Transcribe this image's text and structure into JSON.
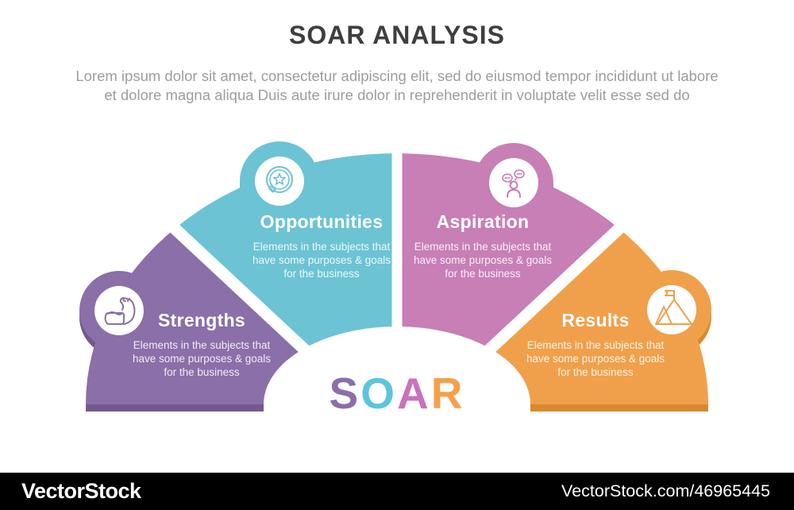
{
  "header": {
    "title": "SOAR ANALYSIS",
    "subtitle_line1": "Lorem ipsum dolor sit amet, consectetur adipiscing elit, sed do eiusmod tempor incididunt ut labore",
    "subtitle_line2": "et dolore magna aliqua Duis aute irure dolor in reprehenderit in voluptate velit esse sed do"
  },
  "segments": [
    {
      "key": "strengths",
      "title": "Strengths",
      "desc_line1": "Elements in the subjects that",
      "desc_line2": "have  some purposes & goals",
      "desc_line3": "for the  business",
      "icon": "muscle-arm-icon",
      "color": "#8A6FA8",
      "color_dark": "#73588E"
    },
    {
      "key": "opportunities",
      "title": "Opportunities",
      "desc_line1": "Elements in the subjects that",
      "desc_line2": "have  some purposes & goals",
      "desc_line3": "for the  business",
      "icon": "magnifier-star-icon",
      "color": "#6CC3D4",
      "color_dark": "#4EAEC0"
    },
    {
      "key": "aspiration",
      "title": "Aspiration",
      "desc_line1": "Elements in the subjects that",
      "desc_line2": "have  some purposes & goals",
      "desc_line3": "for the  business",
      "icon": "person-speech-bubbles-icon",
      "color": "#C77FB6",
      "color_dark": "#B0689E"
    },
    {
      "key": "results",
      "title": "Results",
      "desc_line1": "Elements in the subjects that",
      "desc_line2": "have  some purposes & goals",
      "desc_line3": "for the  business",
      "icon": "mountain-flag-icon",
      "color": "#F0A04B",
      "color_dark": "#D8892F"
    }
  ],
  "soar_wordmark": {
    "letters": [
      {
        "char": "S",
        "color": "#8A6FA8"
      },
      {
        "char": "O",
        "color": "#5BC5DC"
      },
      {
        "char": "A",
        "color": "#C873BC"
      },
      {
        "char": "R",
        "color": "#F5A04C"
      }
    ]
  },
  "footer": {
    "brand": "VectorStock",
    "watermark": "VectorStock.com/46965445"
  }
}
